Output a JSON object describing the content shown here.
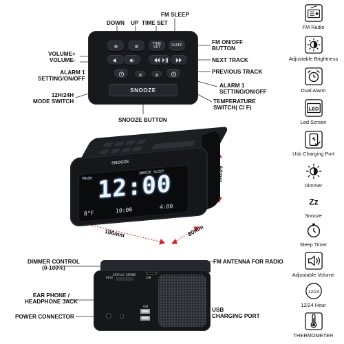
{
  "top_view": {
    "labels": {
      "down": "DOWN",
      "up": "UP",
      "time_set": "TIME SET",
      "fm_sleep": "FM SLEEP",
      "fm_onoff": "FM ON/OFF\nBUTTON",
      "volume": "VOLUME+\nVOLUME-",
      "next_track": "NEXT TRACK",
      "alarm1_left": "ALARM 1\nSETTING/ON/OFF",
      "previous_track": "PREVIOUS TRACK",
      "alarm1_right": "ALARM 1\nSETTING/ON/OFF",
      "mode_switch": "12H/24H\nMODE SWITCH",
      "temp_switch": "TEMPERATURE\nSWITCH( C/ F)",
      "snooze_button": "SNOOZE BUTTON"
    },
    "buttons": {
      "time_set": "TIME\nSET",
      "sleep": "SLEEP",
      "snooze": "SNOOZE"
    }
  },
  "front_view": {
    "brand": "SNOOZE",
    "time": "12:00",
    "small_left": "8°F",
    "small_mid": "10:00",
    "small_right": "4:00",
    "tag": "Mode",
    "tag2": "SNOOZE  SLEEP",
    "dims": {
      "width": "106mm",
      "depth": "80mm",
      "height": "64mm"
    }
  },
  "back_view": {
    "labels": {
      "dimmer": "DIMMER CONTROL\n(0-100%)",
      "antenna": "FM ANTENNA FOR RADIO",
      "earphone": "EAR PHONE /\nHEADPHONE JACK",
      "power": "POWER CONNECTOR",
      "usb": "USB\nCHARGING PORT"
    },
    "panel_text": {
      "display": "DISPLAY DIMMER",
      "high": "HIGH",
      "low": "LOW",
      "usb1": "USB"
    }
  },
  "features": [
    {
      "label": "FM Radio",
      "icon": "radio-icon"
    },
    {
      "label": "Adjustable Brightness",
      "icon": "brightness-icon"
    },
    {
      "label": "Dual Alarm",
      "icon": "alarm-clock-icon"
    },
    {
      "label": "Led Screen",
      "icon": "led-icon",
      "badge": "LED"
    },
    {
      "label": "Usb Charging Port",
      "icon": "usb-charging-icon"
    },
    {
      "label": "Dimmer",
      "icon": "dimmer-icon"
    },
    {
      "label": "Snooze",
      "icon": "snooze-icon",
      "badge": "Zz"
    },
    {
      "label": "Sleep Timer",
      "icon": "sleep-timer-icon"
    },
    {
      "label": "Adjustable Volume",
      "icon": "volume-icon"
    },
    {
      "label": "12/24 Hour",
      "icon": "12-24-hour-icon",
      "badge": "12/24"
    },
    {
      "label": "THERMOMETER",
      "icon": "thermometer-icon"
    }
  ]
}
